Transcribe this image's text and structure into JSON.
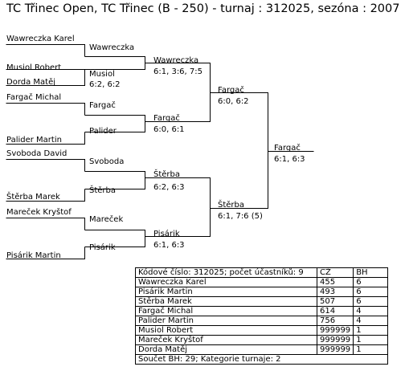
{
  "title": "TC Třinec Open, TC Třinec (B - 250) - turnaj : 312025, sezóna : 2007",
  "bracket": {
    "r1": [
      "Wawreczka Karel",
      "Musiol Robert",
      "Dorda Matěj",
      "Fargač Michal",
      "Palider Martin",
      "Svoboda David",
      "Štěrba Marek",
      "Mareček Kryštof",
      "Pisárik Martin"
    ],
    "r2": [
      "Wawreczka",
      "Musiol",
      "Fargač",
      "Palider",
      "Svoboda",
      "Štěrba",
      "Mareček",
      "Pisárik"
    ],
    "r2_scores": [
      "6:2, 6:2"
    ],
    "r3": [
      "Wawreczka",
      "Fargač",
      "Štěrba",
      "Pisárik"
    ],
    "r3_scores": [
      "6:1, 3:6, 7:5",
      "6:0, 6:1",
      "6:2, 6:3",
      "6:1, 6:3"
    ],
    "r4": [
      "Fargač",
      "Štěrba"
    ],
    "r4_scores": [
      "6:0, 6:2",
      "6:1, 7:6 (5)"
    ],
    "final": "Fargač",
    "final_score": "6:1, 6:3"
  },
  "summary": {
    "header": "Kódové číslo: 312025; počet účastníků: 9",
    "col_cz": "CŽ",
    "col_bh": "BH",
    "rows": [
      {
        "name": "Wawreczka Karel",
        "cz": "455",
        "bh": "6"
      },
      {
        "name": "Pisárik Martin",
        "cz": "493",
        "bh": "6"
      },
      {
        "name": "Štěrba Marek",
        "cz": "507",
        "bh": "6"
      },
      {
        "name": "Fargač Michal",
        "cz": "614",
        "bh": "4"
      },
      {
        "name": "Palider Martin",
        "cz": "756",
        "bh": "4"
      },
      {
        "name": "Musiol Robert",
        "cz": "999999",
        "bh": "1"
      },
      {
        "name": "Mareček Kryštof",
        "cz": "999999",
        "bh": "1"
      },
      {
        "name": "Dorda Matěj",
        "cz": "999999",
        "bh": "1"
      }
    ],
    "footer": "Součet BH: 29; Kategorie turnaje: 2"
  }
}
